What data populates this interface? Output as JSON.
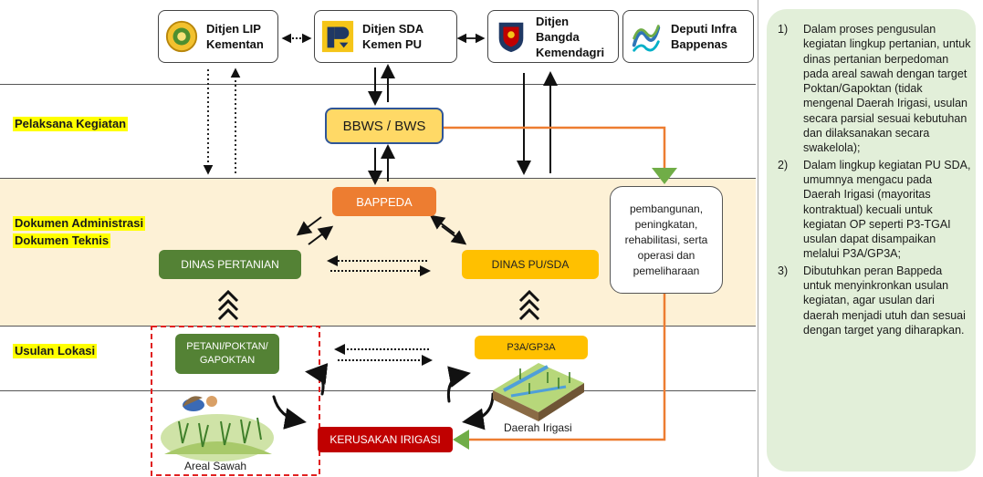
{
  "agencies": [
    {
      "line1": "Ditjen LIP",
      "line2": "Kementan",
      "icon": "kementan-logo-icon"
    },
    {
      "line1": "Ditjen SDA",
      "line2": "Kemen PU",
      "icon": "kemen-pu-logo-icon"
    },
    {
      "line1": "Ditjen Bangda",
      "line2": "Kemendagri",
      "icon": "kemendagri-logo-icon"
    },
    {
      "line1": "Deputi Infra",
      "line2": "Bappenas",
      "icon": "bappenas-logo-icon"
    }
  ],
  "lanes": {
    "pelaksana": "Pelaksana Kegiatan",
    "dokumen_line1": "Dokumen Administrasi",
    "dokumen_line2": "Dokumen Teknis",
    "usulan": "Usulan Lokasi"
  },
  "nodes": {
    "bbws": "BBWS / BWS",
    "bappeda": "BAPPEDA",
    "dinas_pertanian": "DINAS PERTANIAN",
    "dinas_pu": "DINAS PU/SDA",
    "petani_line1": "PETANI/POKTAN/",
    "petani_line2": "GAPOKTAN",
    "p3a": "P3A/GP3A",
    "kerusakan": "KERUSAKAN IRIGASI",
    "areal_sawah": "Areal Sawah",
    "daerah_irigasi": "Daerah Irigasi"
  },
  "activity_box": [
    "pembangunan,",
    "peningkatan,",
    "rehabilitasi, serta",
    "operasi dan",
    "pemeliharaan"
  ],
  "notes": [
    {
      "num": "1)",
      "text": "Dalam proses pengusulan kegiatan lingkup pertanian, untuk dinas pertanian berpedoman pada areal sawah dengan target Poktan/Gapoktan (tidak mengenal Daerah Irigasi, usulan secara parsial sesuai kebutuhan dan dilaksanakan secara swakelola);"
    },
    {
      "num": "2)",
      "text": "Dalam lingkup kegiatan PU SDA, umumnya mengacu pada Daerah Irigasi (mayoritas kontraktual) kecuali untuk kegiatan OP seperti P3-TGAI usulan dapat disampaikan melalui P3A/GP3A;"
    },
    {
      "num": "3)",
      "text": "Dibutuhkan peran Bappeda untuk menyinkronkan usulan kegiatan, agar usulan dari daerah menjadi utuh dan sesuai dengan target yang diharapkan."
    }
  ],
  "colors": {
    "band_peach": "#fdf1d6",
    "green_node": "#548235",
    "yellow_node": "#ffc000",
    "orange_node": "#ed7d31",
    "bbws_fill": "#ffd966",
    "bbws_border": "#2f5597",
    "red_node": "#c00000",
    "connector_orange": "#ed7d31",
    "arrowhead_green": "#70ad47",
    "note_panel": "#e2efd9",
    "dashed_red": "#e02020"
  }
}
